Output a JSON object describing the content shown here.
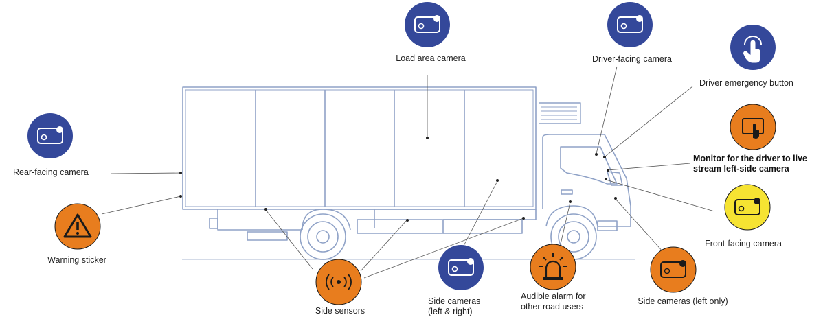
{
  "labels": {
    "load_area_camera": "Load area camera",
    "driver_facing_camera": "Driver-facing camera",
    "driver_emergency_button": "Driver emergency button",
    "monitor_line1": "Monitor for the driver to live",
    "monitor_line2": "stream left-side camera",
    "rear_facing_camera": "Rear-facing camera",
    "warning_sticker": "Warning sticker",
    "front_facing_camera": "Front-facing camera",
    "side_sensors": "Side sensors",
    "side_cameras_lr_line1": "Side cameras",
    "side_cameras_lr_line2": "(left & right)",
    "alarm_line1": "Audible alarm for",
    "alarm_line2": "other road users",
    "side_cameras_left": "Side cameras (left only)"
  },
  "colors": {
    "blue": "#34489a",
    "orange": "#e87d1e",
    "yellow": "#f6e332",
    "truck_line": "#8fa2c7",
    "leader": "#555555"
  },
  "icons": {
    "camera": "camera-icon",
    "touch": "touch-hand-icon",
    "monitor": "tablet-monitor-icon",
    "warning": "warning-triangle-icon",
    "sensor": "proximity-sensor-icon",
    "alarm": "siren-alarm-icon"
  }
}
